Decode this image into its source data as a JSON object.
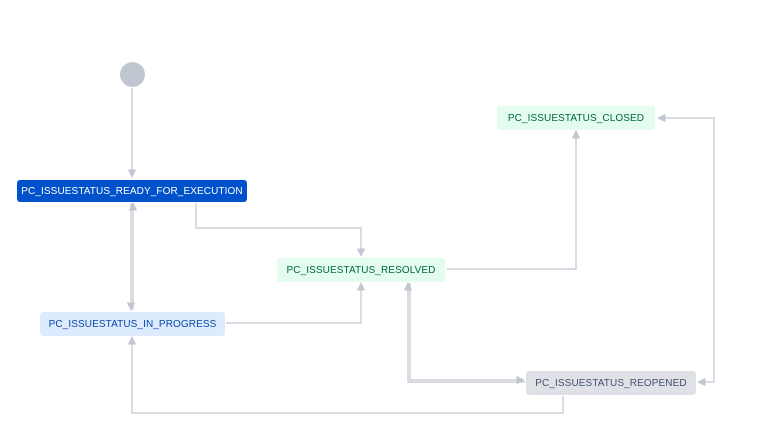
{
  "workflow": {
    "start": {
      "icon": "start-circle-icon"
    },
    "statuses": [
      {
        "id": "ready",
        "label": "PC_ISSUESTATUS_READY_FOR_EXECUTION",
        "bg": "#0052cc",
        "fg": "#ffffff",
        "selected": true
      },
      {
        "id": "in_progress",
        "label": "PC_ISSUESTATUS_IN_PROGRESS",
        "bg": "#deebff",
        "fg": "#0747a6"
      },
      {
        "id": "resolved",
        "label": "PC_ISSUESTATUS_RESOLVED",
        "bg": "#e3fcef",
        "fg": "#006644"
      },
      {
        "id": "closed",
        "label": "PC_ISSUESTATUS_CLOSED",
        "bg": "#e3fcef",
        "fg": "#006644"
      },
      {
        "id": "reopened",
        "label": "PC_ISSUESTATUS_REOPENED",
        "bg": "#dfe1e6",
        "fg": "#42526e"
      }
    ],
    "transitions": [
      {
        "from": "start",
        "to": "ready"
      },
      {
        "from": "ready",
        "to": "in_progress"
      },
      {
        "from": "in_progress",
        "to": "ready"
      },
      {
        "from": "ready",
        "to": "resolved"
      },
      {
        "from": "in_progress",
        "to": "resolved"
      },
      {
        "from": "resolved",
        "to": "closed"
      },
      {
        "from": "closed",
        "to": "reopened"
      },
      {
        "from": "reopened",
        "to": "closed"
      },
      {
        "from": "reopened",
        "to": "resolved"
      },
      {
        "from": "resolved",
        "to": "reopened"
      },
      {
        "from": "reopened",
        "to": "in_progress"
      }
    ],
    "edge_color": "#c1c7d0"
  }
}
